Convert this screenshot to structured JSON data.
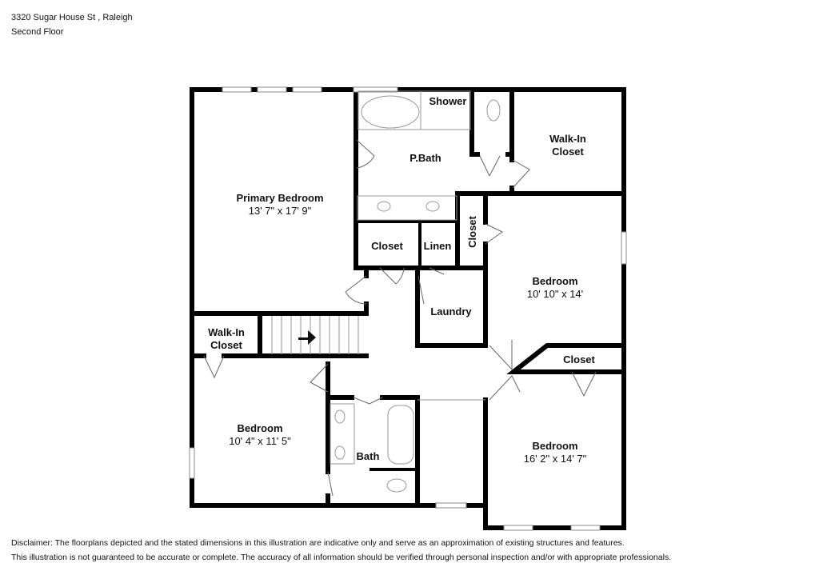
{
  "header": {
    "address": "3320 Sugar House St , Raleigh",
    "floor": "Second Floor"
  },
  "rooms": {
    "primary_bedroom": {
      "name": "Primary Bedroom",
      "dims": "13' 7\" x 17' 9\""
    },
    "shower": {
      "name": "Shower"
    },
    "pbath": {
      "name": "P.Bath"
    },
    "walkin_top": {
      "name_1": "Walk-In",
      "name_2": "Closet"
    },
    "closet_a": {
      "name": "Closet"
    },
    "linen": {
      "name": "Linen"
    },
    "closet_b": {
      "name": "Closet"
    },
    "bedroom_2": {
      "name": "Bedroom",
      "dims": "10' 10\" x 14'"
    },
    "laundry": {
      "name": "Laundry"
    },
    "walkin_left": {
      "name_1": "Walk-In",
      "name_2": "Closet"
    },
    "closet_c": {
      "name": "Closet"
    },
    "bedroom_3": {
      "name": "Bedroom",
      "dims": "10' 4\" x 11' 5\""
    },
    "bath": {
      "name": "Bath"
    },
    "bedroom_4": {
      "name": "Bedroom",
      "dims": "16' 2\" x 14' 7\""
    }
  },
  "disclaimer": {
    "line1": "Disclaimer: The floorplans depicted and the stated dimensions in this illustration are indicative only and serve as an approximation of existing structures and features.",
    "line2": "This illustration is not guaranteed to be accurate or complete. The accuracy of all information should be verified through personal inspection and/or with appropriate professionals."
  }
}
